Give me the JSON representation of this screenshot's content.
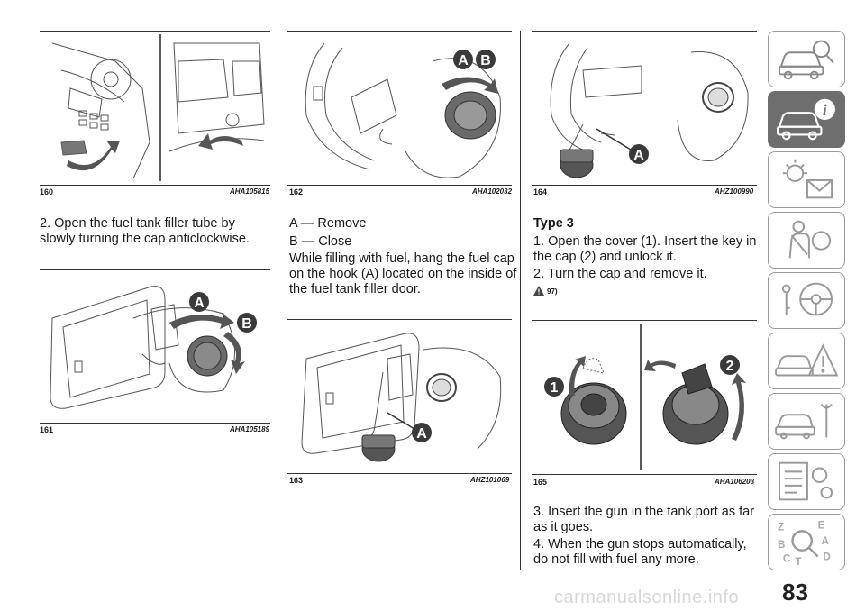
{
  "figures": {
    "f160": {
      "num": "160",
      "code": "AHA105815"
    },
    "f161": {
      "num": "161",
      "code": "AHA105189"
    },
    "f162": {
      "num": "162",
      "code": "AHA102032"
    },
    "f163": {
      "num": "163",
      "code": "AHZ101069"
    },
    "f164": {
      "num": "164",
      "code": "AHZ100990"
    },
    "f165": {
      "num": "165",
      "code": "AHA106203"
    }
  },
  "col1": {
    "step2_line1": "2. Open the fuel tank filler tube by",
    "step2_line2": "slowly turning the cap anticlockwise."
  },
  "col2": {
    "a_label": "A — Remove",
    "b_label": "B — Close",
    "p_line1": "While filling with fuel, hang the fuel cap",
    "p_line2": "on the hook (A) located on the inside of",
    "p_line3": "the fuel tank filler door."
  },
  "col3": {
    "heading": "Type 3",
    "s1_line1": "1. Open the cover (1). Insert the key in",
    "s1_line2": "the cap (2) and unlock it.",
    "s2": "2. Turn the cap and remove it.",
    "warn_ref": "97)",
    "s3_line1": "3. Insert the gun in the tank port as far",
    "s3_line2": "as it goes.",
    "s4_line1": "4. When the gun stops automatically,",
    "s4_line2": "do not fill with fuel any more."
  },
  "callouts": {
    "a": "A",
    "b": "B",
    "one": "1",
    "two": "2"
  },
  "page_number": "83",
  "watermark": "carmanualsonline.info",
  "side_tabs": [
    {
      "name": "car-search-icon",
      "active": false
    },
    {
      "name": "car-info-icon",
      "active": true
    },
    {
      "name": "warning-light-message-icon",
      "active": false
    },
    {
      "name": "seatbelt-airbag-icon",
      "active": false
    },
    {
      "name": "steering-key-icon",
      "active": false
    },
    {
      "name": "car-breakdown-warning-icon",
      "active": false
    },
    {
      "name": "car-service-wrench-icon",
      "active": false
    },
    {
      "name": "specs-gears-icon",
      "active": false
    },
    {
      "name": "index-search-icon",
      "active": false
    }
  ],
  "index_letters": {
    "z": "Z",
    "e": "E",
    "b": "B",
    "a": "A",
    "c": "C",
    "d": "D",
    "t": "T"
  },
  "colors": {
    "callout": "#3a3a3a",
    "tab_active": "#6e6e6e",
    "tab_border": "#9a9a9a"
  }
}
